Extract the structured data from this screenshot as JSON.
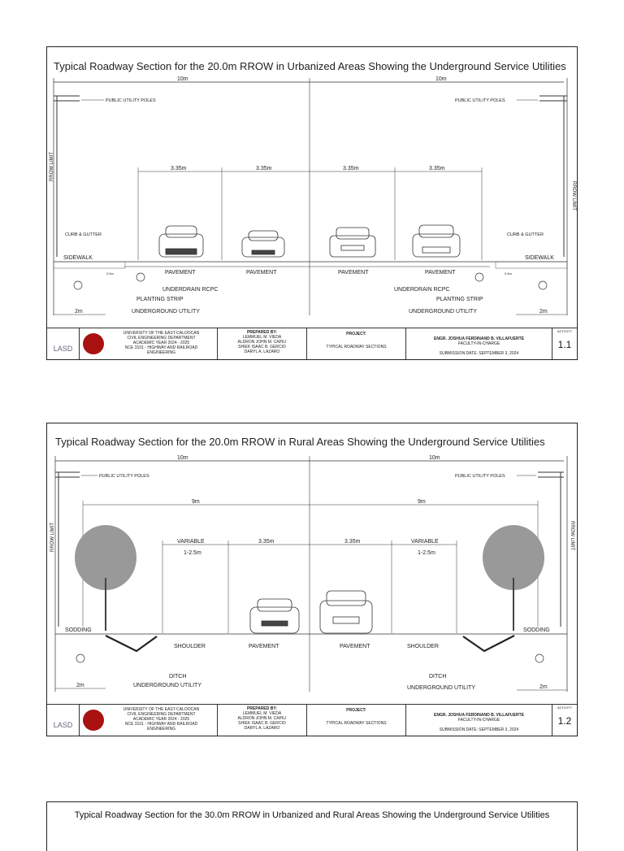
{
  "sheets": [
    {
      "title": "Typical Roadway Section for the 20.0m RROW in Urbanized Areas Showing the Underground Service Utilities",
      "dims_top": [
        "10m",
        "10m"
      ],
      "utility_poles": "PUBLIC UTILITY POLES",
      "rrow_limit": "RROW LIMIT",
      "lane_dims": [
        "3.35m",
        "3.35m",
        "3.35m",
        "3.35m"
      ],
      "curb": "CURB & GUTTER",
      "sidewalk": "SIDEWALK",
      "pavement": [
        "PAVEMENT",
        "PAVEMENT",
        "PAVEMENT",
        "PAVEMENT"
      ],
      "small_dim": "0.5m",
      "underdrain": "UNDERDRAIN RCPC",
      "planting": "PLANTING STRIP",
      "underground": "UNDERGROUND UTILITY",
      "two_m": [
        "2m",
        "2m"
      ]
    },
    {
      "title": "Typical Roadway Section for the 20.0m RROW in Rural Areas Showing the Underground Service Utilities",
      "dims_top": [
        "10m",
        "10m"
      ],
      "utility_poles": "PUBLIC UTILITY POLES",
      "rrow_limit": "RROW LIMIT",
      "nine_m": [
        "9m",
        "9m"
      ],
      "variable": "VARIABLE",
      "variable_range": "1-2.5m",
      "lane_dims": [
        "3.35m",
        "3.35m"
      ],
      "sodding": "SODDING",
      "shoulder": "SHOULDER",
      "pavement": [
        "PAVEMENT",
        "PAVEMENT"
      ],
      "ditch": "DITCH",
      "underground": "UNDERGROUND UTILITY",
      "two_m": [
        "2m",
        "2m"
      ]
    }
  ],
  "title_block": {
    "logo_text": "LASD",
    "university": [
      "UNIVERSITY OF THE EAST-CALOOCAN",
      "CIVIL ENGINEERING DEPARTMENT",
      "ACADEMIC YEAR 2024 - 2025",
      "NCE 3101 - HIGHWAY AND RAILROAD",
      "ENGINEERING"
    ],
    "prepared_by_label": "PREPARED BY:",
    "prepared_by": [
      "LEMMUEL M. VIEDA",
      "ALDRON JOHN M. CAPILI",
      "SHIEK ISAAC B. GERCIO",
      "DARYL A. LAZARO"
    ],
    "project_label": "PROJECT:",
    "project": "TYPICAL ROADWAY SECTIONS",
    "faculty": "ENGR. JOSHUA FERDINAND B. VILLAFUERTE",
    "faculty_role": "FACULTY-IN-CHARGE",
    "submission": "SUBMISSION DATE: SEPTEMBER 3, 2024",
    "activity_label": "ACTIVITY",
    "activity_numbers": [
      "1.1",
      "1.2"
    ]
  },
  "sheet3_title": "Typical Roadway Section for the 30.0m RROW in Urbanized and Rural Areas Showing the Underground Service Utilities"
}
